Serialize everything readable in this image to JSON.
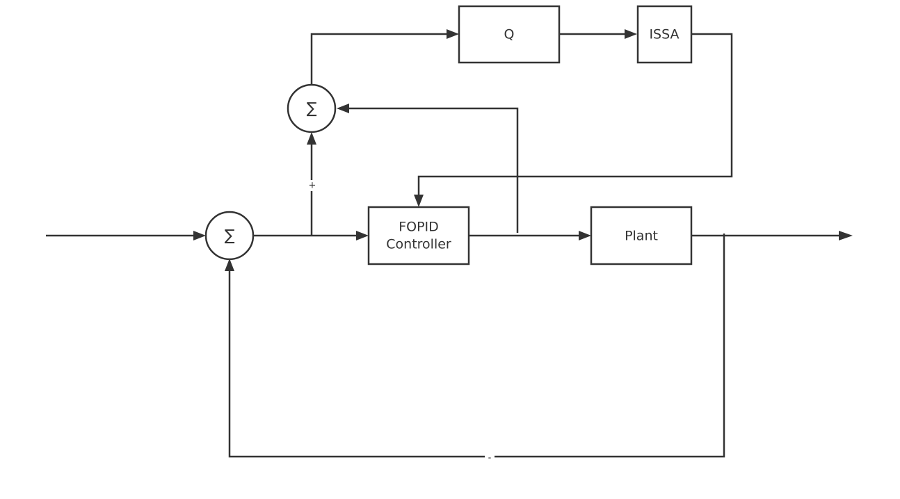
{
  "blocks": {
    "q": "Q",
    "issa": "ISSA",
    "fopid_line1": "FOPID",
    "fopid_line2": "Controller",
    "plant": "Plant"
  },
  "junctions": {
    "upper_sum_symbol": "∑",
    "lower_sum_symbol": "∑"
  },
  "signs": {
    "plus": "+",
    "minus": "-"
  }
}
